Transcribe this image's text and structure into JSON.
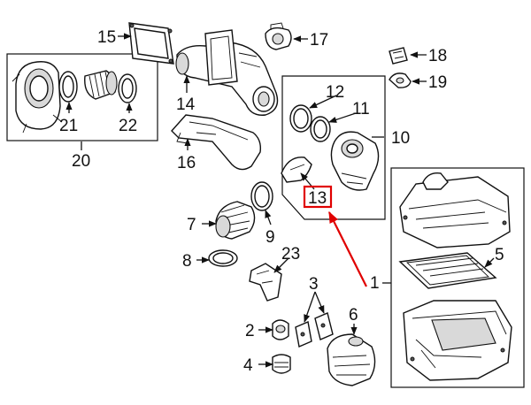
{
  "highlight_color": "#e00000",
  "callouts": {
    "c1": "1",
    "c2": "2",
    "c3": "3",
    "c4": "4",
    "c5": "5",
    "c6": "6",
    "c7": "7",
    "c8": "8",
    "c9": "9",
    "c10": "10",
    "c11": "11",
    "c12": "12",
    "c13": "13",
    "c14": "14",
    "c15": "15",
    "c16": "16",
    "c17": "17",
    "c18": "18",
    "c19": "19",
    "c20": "20",
    "c21": "21",
    "c22": "22",
    "c23": "23"
  },
  "highlighted_part": "13"
}
